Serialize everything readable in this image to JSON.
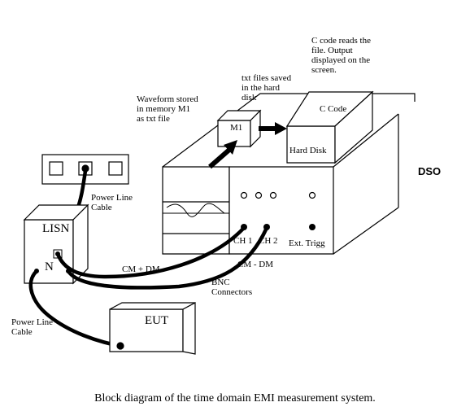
{
  "labels": {
    "c_code_note": "C code reads the\nfile. Output\ndisplayed on the\nscreen.",
    "txt_files": "txt files saved\nin the hard\ndisk",
    "waveform": "Waveform stored\nin memory M1\nas txt file",
    "m1": "M1",
    "c_code_box": "C Code",
    "hard_disk": "Hard Disk",
    "dso": "DSO",
    "power_line_cable_top": "Power Line\nCable",
    "lisn": "LISN",
    "lisn_n": "N",
    "ch1": "CH 1",
    "ch2": "CH 2",
    "ext_trigg": "Ext. Trigg",
    "cm_plus_dm": "CM + DM",
    "cm_minus_dm": "CM - DM",
    "bnc": "BNC\nConnectors",
    "power_line_cable_bottom": "Power Line\nCable",
    "eut": "EUT"
  },
  "caption": "Block diagram of the time domain EMI measurement system."
}
